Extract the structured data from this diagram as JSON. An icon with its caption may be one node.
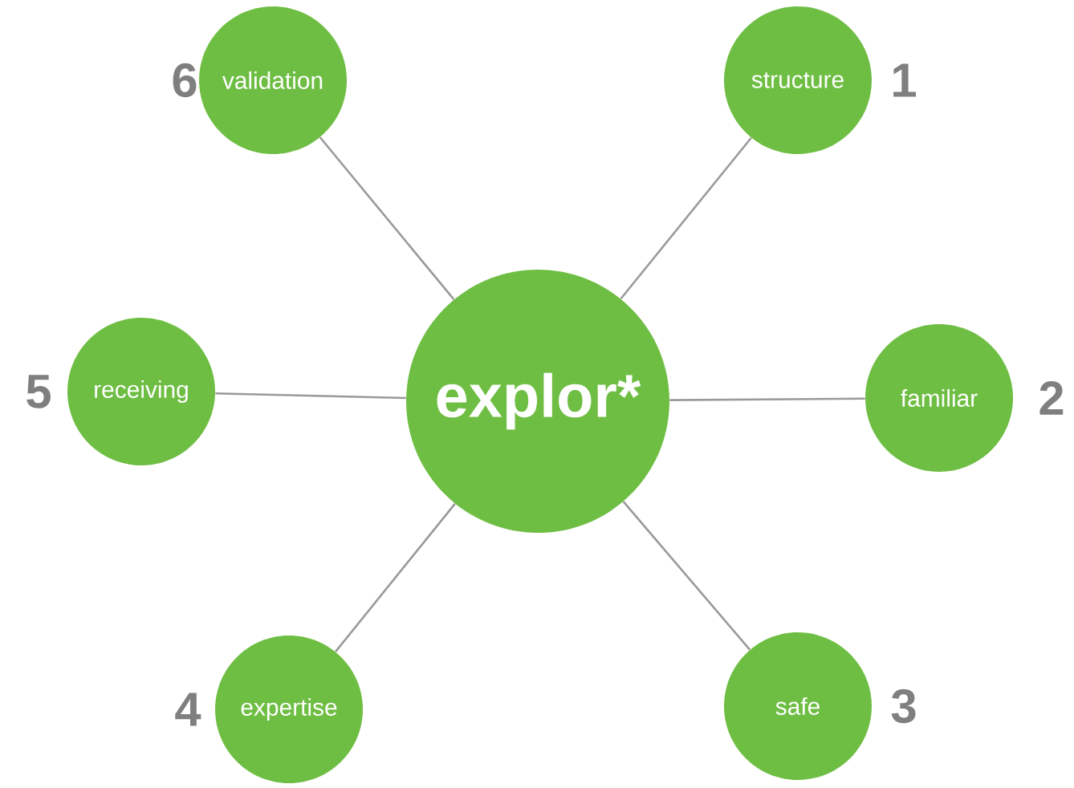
{
  "diagram": {
    "nodes": [
      {
        "text": [
          "explor*"
        ]
      },
      {
        "text": [
          "structure"
        ],
        "beside": [
          "1"
        ]
      },
      {
        "text": [
          "familiar"
        ],
        "beside": [
          "2"
        ]
      },
      {
        "text": [
          "safe"
        ],
        "beside": [
          "3"
        ]
      },
      {
        "text": [
          "expertise"
        ],
        "beside": [
          "4"
        ]
      },
      {
        "text": [
          "receiving"
        ],
        "beside": [
          "5"
        ]
      },
      {
        "text": [
          "validation"
        ],
        "beside": [
          "6"
        ]
      }
    ],
    "edges": [
      {
        "from": 0,
        "to": 1,
        "arrow": "none"
      },
      {
        "from": 0,
        "to": 2,
        "arrow": "none"
      },
      {
        "from": 0,
        "to": 3,
        "arrow": "none"
      },
      {
        "from": 0,
        "to": 4,
        "arrow": "none"
      },
      {
        "from": 0,
        "to": 5,
        "arrow": "none"
      },
      {
        "from": 0,
        "to": 6,
        "arrow": "none"
      }
    ]
  }
}
